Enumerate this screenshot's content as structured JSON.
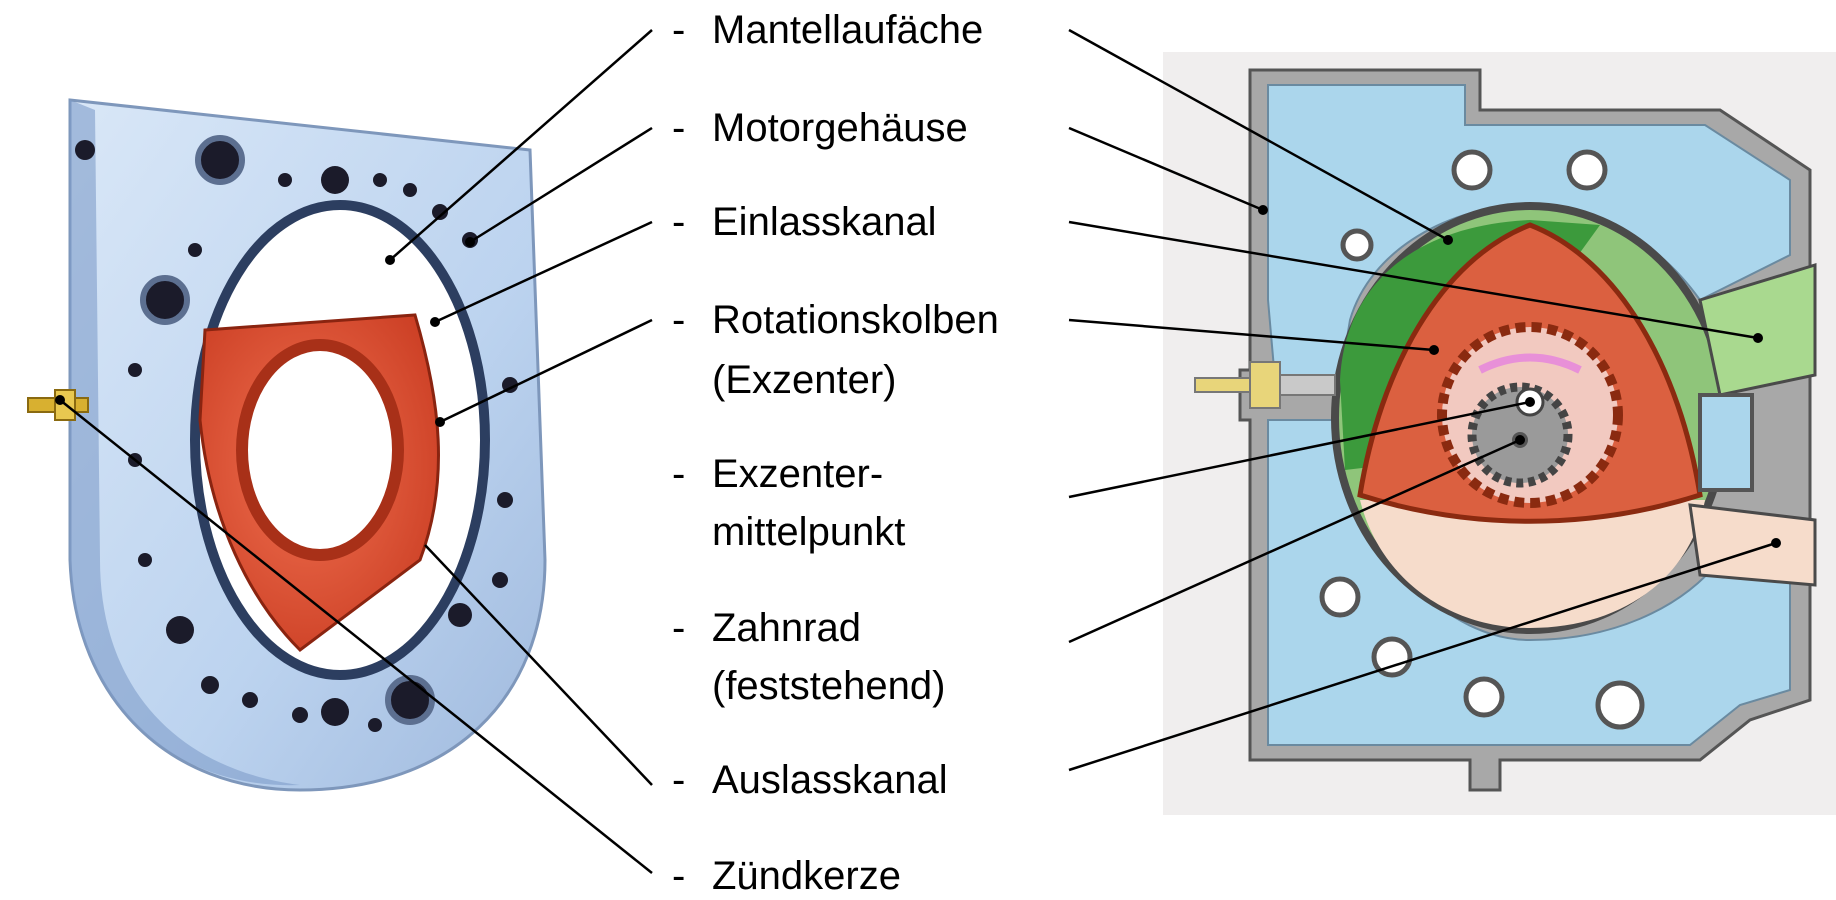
{
  "labels": [
    {
      "id": "mantellauflaeche",
      "lines": [
        "Mantellaufäche"
      ]
    },
    {
      "id": "motorgehaeuse",
      "lines": [
        "Motorgehäuse"
      ]
    },
    {
      "id": "einlasskanal",
      "lines": [
        "Einlasskanal"
      ]
    },
    {
      "id": "rotationskolben",
      "lines": [
        "Rotationskolben",
        "(Exzenter)"
      ]
    },
    {
      "id": "exzentermittelpunkt",
      "lines": [
        "Exzenter-",
        "mittelpunkt"
      ]
    },
    {
      "id": "zahnrad",
      "lines": [
        "Zahnrad",
        "(feststehend)"
      ]
    },
    {
      "id": "auslasskanal",
      "lines": [
        "Auslasskanal"
      ]
    },
    {
      "id": "zuendkerze",
      "lines": [
        "Zündkerze"
      ]
    }
  ],
  "dash": "-",
  "colors": {
    "housing_photo": "#c9ddf4",
    "rotor": "#e85436",
    "housing_section": "#9a9a9a",
    "coolant": "#a9d4ea",
    "intake": "#4aa34a",
    "intake_light": "#a8d890",
    "exhaust": "#f6dccb",
    "rotor_section": "#d86040"
  }
}
